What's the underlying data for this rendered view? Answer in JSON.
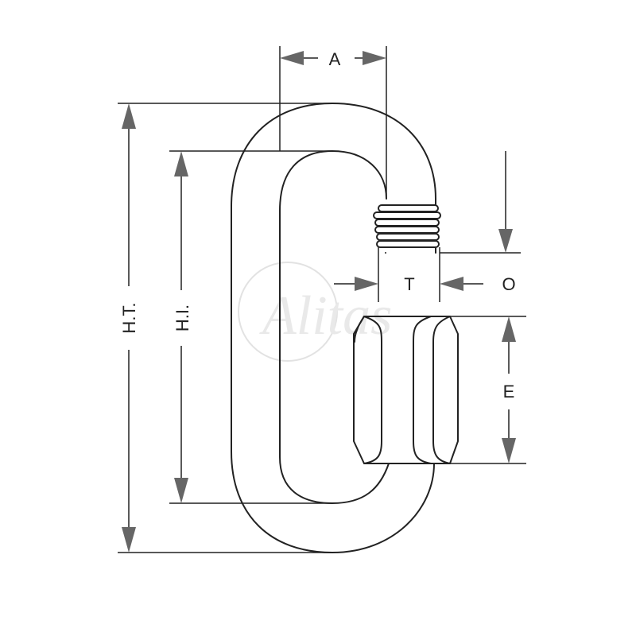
{
  "diagram": {
    "labels": {
      "A": "A",
      "HT": "H.T.",
      "HI": "H.I.",
      "T": "T",
      "O": "O",
      "E": "E"
    },
    "watermark": "Alitas",
    "colors": {
      "line": "#222222",
      "arrow": "#666666",
      "background": "#ffffff"
    }
  }
}
